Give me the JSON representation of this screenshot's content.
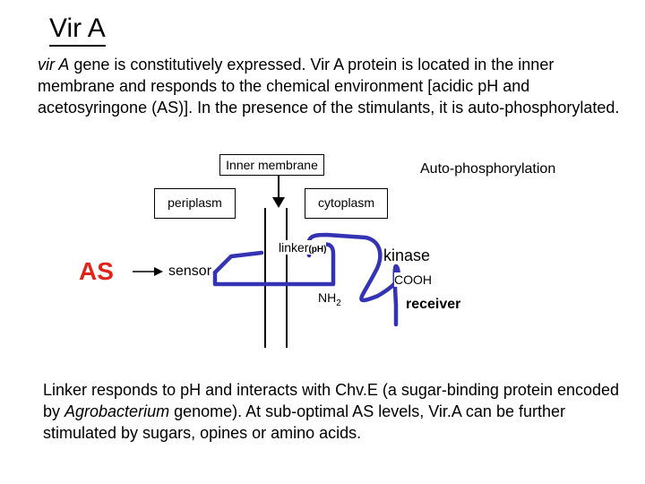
{
  "title": "Vir A",
  "intro": {
    "gene_italic": "vir A",
    "text": " gene is constitutively expressed. Vir A protein is located in the inner membrane and responds to the chemical environment [acidic pH and acetosyringone (AS)].  In the presence of the stimulants, it is auto-phosphorylated."
  },
  "diagram": {
    "inner_membrane_label": "Inner membrane",
    "autophosphorylation_label": "Auto-phosphorylation",
    "periplasm_label": "periplasm",
    "cytoplasm_label": "cytoplasm",
    "as_label": "AS",
    "sensor_label": "sensor",
    "linker_label": "linker",
    "ph_label": "(pH)",
    "nh2_label": "NH",
    "nh2_sub": "2",
    "kinase_label": "kinase",
    "cooh_label": "COOH",
    "receiver_label": "receiver",
    "colors": {
      "as_red": "#e0241b",
      "protein_blue": "#3333b3"
    }
  },
  "outro": {
    "part1": "Linker responds to pH and interacts with Chv.E (a sugar-binding protein encoded by ",
    "italic": "Agrobacterium",
    "part2": " genome).  At sub-optimal AS levels, Vir.A can be further stimulated by sugars, opines or amino acids."
  }
}
